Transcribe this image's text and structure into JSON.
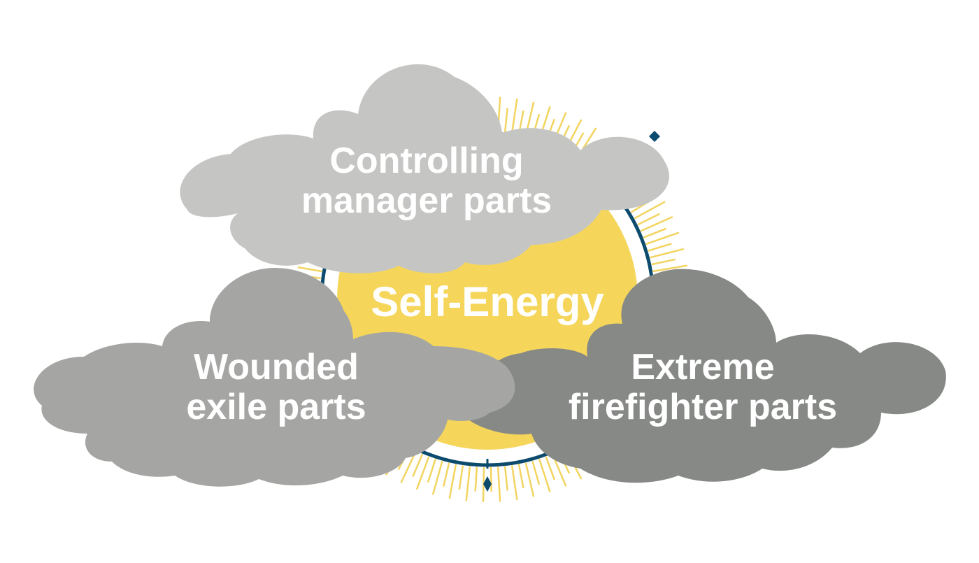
{
  "diagram": {
    "center": {
      "label": "Self-Energy",
      "color": "#F5D65B",
      "ray_color": "#F2D460",
      "ring_color": "#0D4B6E"
    },
    "clouds": [
      {
        "id": "manager",
        "lines": [
          "Controlling",
          "manager parts"
        ],
        "color": "#C5C6C4"
      },
      {
        "id": "exile",
        "lines": [
          "Wounded",
          "exile parts"
        ],
        "color": "#A5A6A4"
      },
      {
        "id": "firefighter",
        "lines": [
          "Extreme",
          "firefighter parts"
        ],
        "color": "#868985"
      }
    ]
  }
}
